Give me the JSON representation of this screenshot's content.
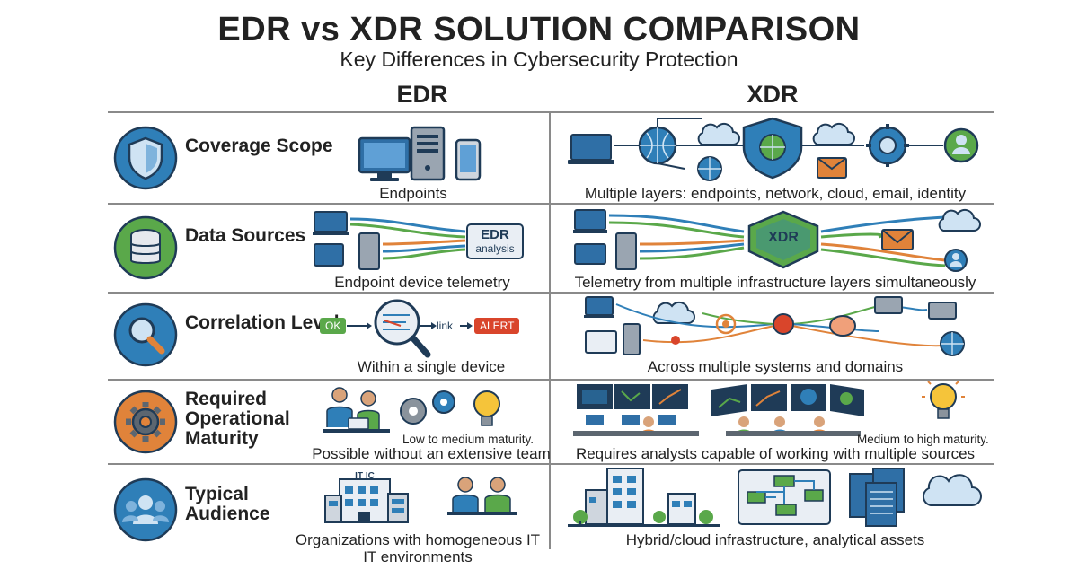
{
  "header": {
    "title": "EDR vs XDR SOLUTION COMPARISON",
    "subtitle": "Key Differences in Cybersecurity Protection"
  },
  "columns": {
    "edr": "EDR",
    "xdr": "XDR"
  },
  "rows": [
    {
      "category": "Coverage Scope",
      "icon": "shield-icon",
      "edr_caption": "Endpoints",
      "xdr_caption": "Multiple layers: endpoints, network, cloud, email, identity"
    },
    {
      "category": "Data Sources",
      "icon": "database-icon",
      "edr_caption": "Endpoint device telemetry",
      "edr_box_title": "EDR",
      "edr_box_sub": "analysis",
      "xdr_caption": "Telemetry from multiple infrastructure layers simultaneously",
      "xdr_box_title": "XDR"
    },
    {
      "category": "Correlation Level",
      "icon": "magnifier-icon",
      "edr_caption": "Within a single device",
      "edr_ok": "OK",
      "edr_link": "link",
      "edr_alert": "ALERT",
      "xdr_caption": "Across multiple systems and domains"
    },
    {
      "category": "Required Operational Maturity",
      "icon": "gear-icon",
      "edr_note": "Low to medium maturity.",
      "edr_caption": "Possible without an extensive team",
      "xdr_note": "Medium to high maturity.",
      "xdr_caption": "Requires analysts capable of working with multiple sources"
    },
    {
      "category": "Typical Audience",
      "icon": "people-icon",
      "edr_building_label": "IT IC",
      "edr_caption_1": "Organizations with homogeneous IT",
      "edr_caption_2": "IT environments",
      "xdr_caption": "Hybrid/cloud infrastructure, analytical assets"
    }
  ],
  "colors": {
    "blue": "#2f7fb8",
    "green": "#5aa84a",
    "orange": "#e0833a",
    "red": "#d9452b",
    "navy": "#1f3b57"
  }
}
